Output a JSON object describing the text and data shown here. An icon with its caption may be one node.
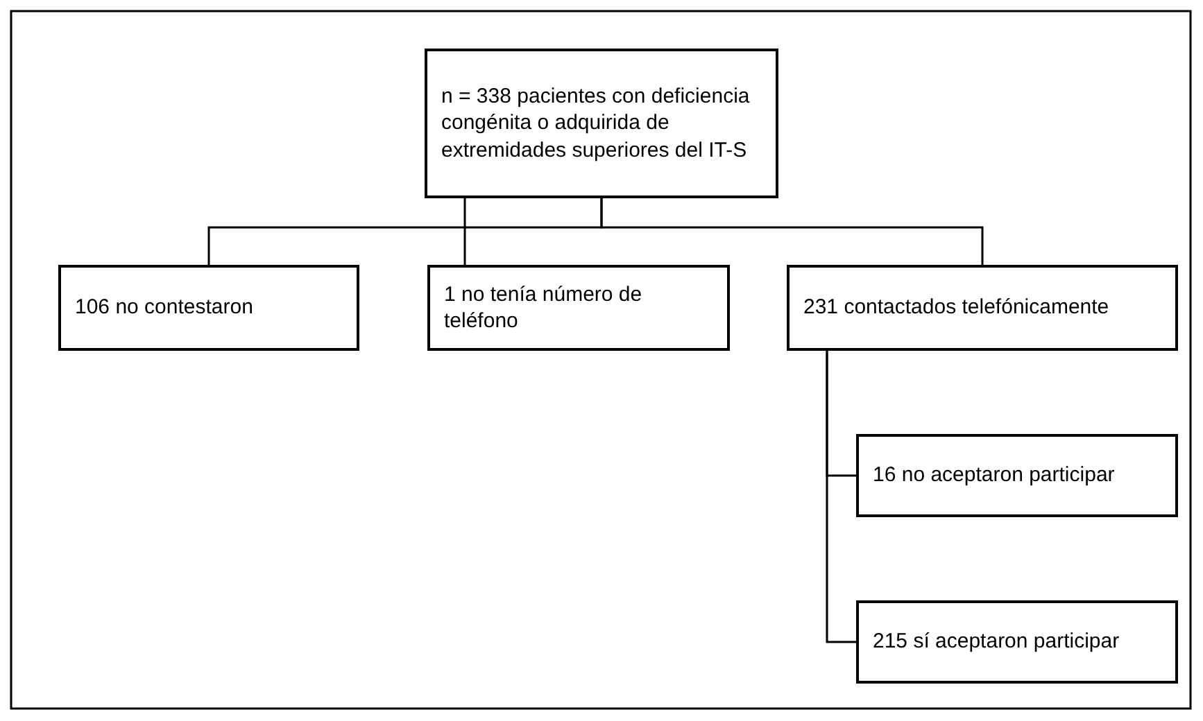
{
  "diagram": {
    "nodes": [
      {
        "text": [
          "n = 338 pacientes con deficiencia congénita o adquirida de extremidades superiores del IT-S"
        ]
      },
      {
        "text": [
          "106 no contestaron"
        ]
      },
      {
        "text": [
          "1 no tenía número de teléfono"
        ]
      },
      {
        "text": [
          "231 contactados telefónicamente"
        ]
      },
      {
        "text": [
          "16 no aceptaron participar"
        ]
      },
      {
        "text": [
          "215 sí aceptaron participar"
        ]
      }
    ],
    "edges": [
      {
        "from": 0,
        "to": 1,
        "arrow": "none"
      },
      {
        "from": 0,
        "to": 2,
        "arrow": "none"
      },
      {
        "from": 0,
        "to": 3,
        "arrow": "none"
      },
      {
        "from": 3,
        "to": 4,
        "arrow": "none"
      },
      {
        "from": 3,
        "to": 5,
        "arrow": "none"
      }
    ]
  }
}
